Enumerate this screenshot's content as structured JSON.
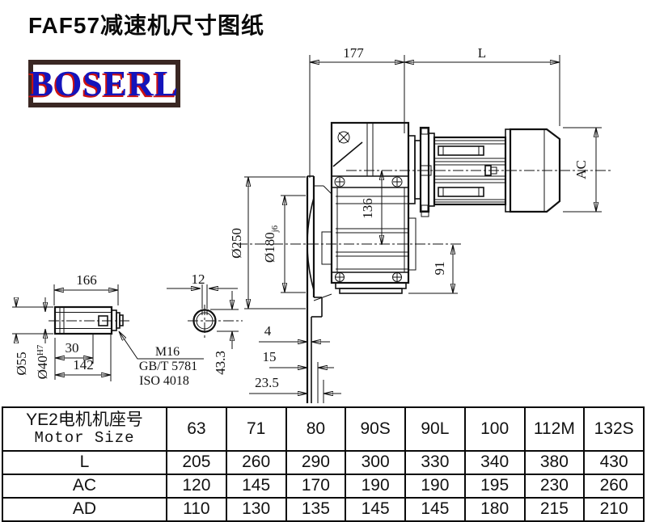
{
  "page": {
    "title": "FAF57减速机尺寸图纸",
    "logo": "BOSERL"
  },
  "drawing": {
    "dims": {
      "d177": "177",
      "dL": "L",
      "dAC": "AC",
      "d250": "Ø250",
      "d180": "Ø180",
      "d180_tol": "j6",
      "d136": "136",
      "d91": "91",
      "d4": "4",
      "d15": "15",
      "d23_5": "23.5",
      "d43_3": "43.3",
      "d166": "166",
      "d12": "12",
      "d55": "Ø55",
      "d40": "Ø40",
      "d40_tol": "H7",
      "d30": "30",
      "d142": "142",
      "bolt_spec": "M16",
      "bolt_std_gb": "GB/T 5781",
      "bolt_std_iso": "ISO 4018"
    }
  },
  "table": {
    "header_cn": "YE2电机机座号",
    "header_en": "Motor Size",
    "motor_sizes": [
      "63",
      "71",
      "80",
      "90S",
      "90L",
      "100",
      "112M",
      "132S"
    ],
    "rows": [
      {
        "label": "L",
        "values": [
          "205",
          "260",
          "290",
          "300",
          "330",
          "340",
          "380",
          "430"
        ]
      },
      {
        "label": "AC",
        "values": [
          "120",
          "145",
          "170",
          "190",
          "190",
          "195",
          "230",
          "260"
        ]
      },
      {
        "label": "AD",
        "values": [
          "110",
          "130",
          "135",
          "145",
          "145",
          "180",
          "215",
          "210"
        ]
      }
    ]
  }
}
